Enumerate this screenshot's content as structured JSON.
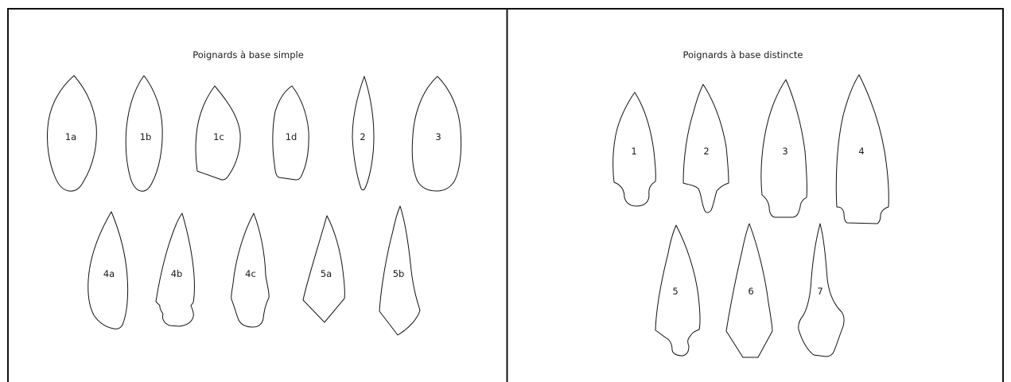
{
  "panels": [
    {
      "title": "Poignards à base simple",
      "types": [
        "1a",
        "1b",
        "1c",
        "1d",
        "2",
        "3",
        "4a",
        "4b",
        "4c",
        "5a",
        "5b"
      ]
    },
    {
      "title": "Poignards à base distincte",
      "types": [
        "1",
        "2",
        "3",
        "4",
        "5",
        "6",
        "7"
      ]
    }
  ]
}
